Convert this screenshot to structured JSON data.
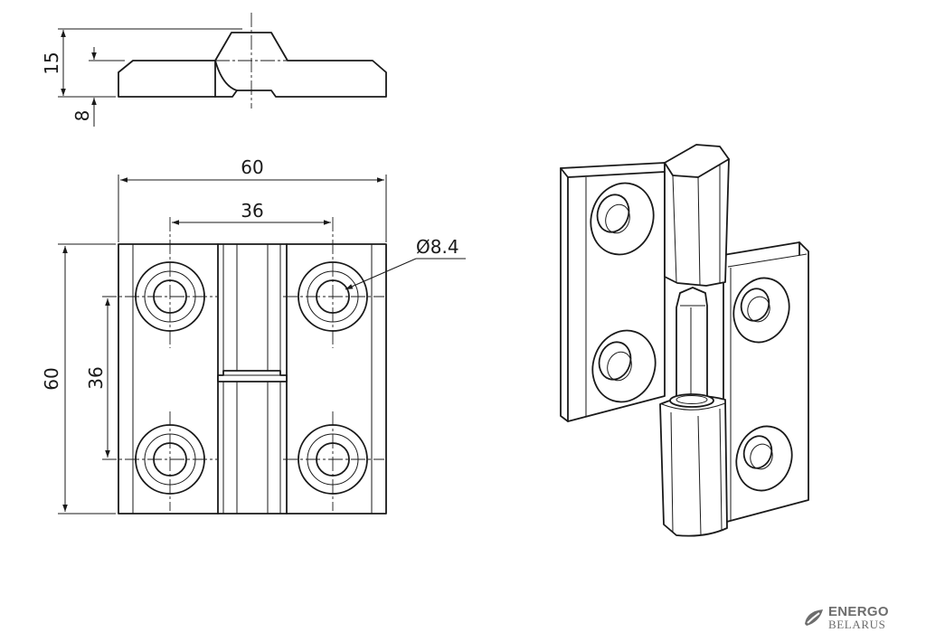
{
  "dimensions": {
    "side_height": "15",
    "side_offset": "8",
    "overall_width": "60",
    "hole_spacing_horizontal": "36",
    "hole_diameter": "Ø8.4",
    "overall_height": "60",
    "hole_spacing_vertical": "36"
  },
  "logo": {
    "line1": "ENERGO",
    "line2": "BELARUS",
    "color": "#6d6d6d"
  },
  "colors": {
    "line": "#1a1a1a",
    "background": "#ffffff"
  }
}
